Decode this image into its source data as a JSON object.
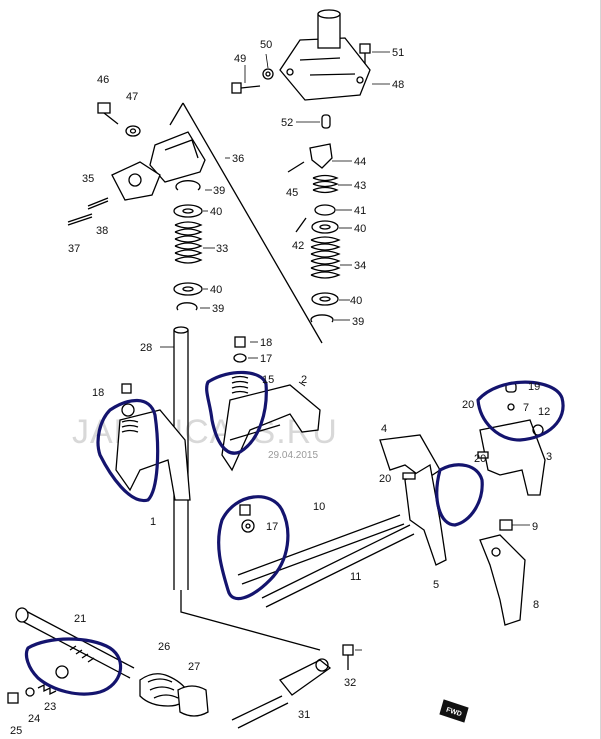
{
  "diagram": {
    "watermark": "JAPANCATS.RU",
    "drawing_code": "29.04.2015",
    "fwd_label": "FWD",
    "part_labels": [
      "1",
      "2",
      "3",
      "4",
      "5",
      "7",
      "8",
      "9",
      "10",
      "11",
      "12",
      "15",
      "17",
      "18",
      "19",
      "20",
      "21",
      "23",
      "24",
      "25",
      "26",
      "27",
      "28",
      "31",
      "32",
      "33",
      "34",
      "35",
      "36",
      "37",
      "38",
      "39",
      "40",
      "41",
      "42",
      "43",
      "44",
      "45",
      "46",
      "47",
      "48",
      "49",
      "50",
      "51",
      "52"
    ],
    "callouts": [
      {
        "id": "50",
        "text": "50"
      },
      {
        "id": "49",
        "text": "49"
      },
      {
        "id": "51",
        "text": "51"
      },
      {
        "id": "48",
        "text": "48"
      },
      {
        "id": "46",
        "text": "46"
      },
      {
        "id": "47",
        "text": "47"
      },
      {
        "id": "52",
        "text": "52"
      },
      {
        "id": "36",
        "text": "36"
      },
      {
        "id": "35",
        "text": "35"
      },
      {
        "id": "39a",
        "text": "39"
      },
      {
        "id": "40a",
        "text": "40"
      },
      {
        "id": "44",
        "text": "44"
      },
      {
        "id": "45",
        "text": "45"
      },
      {
        "id": "43",
        "text": "43"
      },
      {
        "id": "41",
        "text": "41"
      },
      {
        "id": "37",
        "text": "37"
      },
      {
        "id": "38",
        "text": "38"
      },
      {
        "id": "33",
        "text": "33"
      },
      {
        "id": "42",
        "text": "42"
      },
      {
        "id": "40b",
        "text": "40"
      },
      {
        "id": "34",
        "text": "34"
      },
      {
        "id": "40c",
        "text": "40"
      },
      {
        "id": "40d",
        "text": "40"
      },
      {
        "id": "39b",
        "text": "39"
      },
      {
        "id": "39c",
        "text": "39"
      },
      {
        "id": "28",
        "text": "28"
      },
      {
        "id": "18a",
        "text": "18"
      },
      {
        "id": "17a",
        "text": "17"
      },
      {
        "id": "15a",
        "text": "15"
      },
      {
        "id": "2",
        "text": "2"
      },
      {
        "id": "18b",
        "text": "18"
      },
      {
        "id": "19",
        "text": "19"
      },
      {
        "id": "7",
        "text": "7"
      },
      {
        "id": "12",
        "text": "12"
      },
      {
        "id": "20a",
        "text": "20"
      },
      {
        "id": "4",
        "text": "4"
      },
      {
        "id": "20b",
        "text": "20"
      },
      {
        "id": "3",
        "text": "3"
      },
      {
        "id": "20c",
        "text": "20"
      },
      {
        "id": "1",
        "text": "1"
      },
      {
        "id": "10",
        "text": "10"
      },
      {
        "id": "17b",
        "text": "17"
      },
      {
        "id": "11",
        "text": "11"
      },
      {
        "id": "9",
        "text": "9"
      },
      {
        "id": "5",
        "text": "5"
      },
      {
        "id": "8",
        "text": "8"
      },
      {
        "id": "21",
        "text": "21"
      },
      {
        "id": "26",
        "text": "26"
      },
      {
        "id": "27",
        "text": "27"
      },
      {
        "id": "32",
        "text": "32"
      },
      {
        "id": "25",
        "text": "25"
      },
      {
        "id": "24",
        "text": "24"
      },
      {
        "id": "23",
        "text": "23"
      },
      {
        "id": "31",
        "text": "31"
      }
    ]
  }
}
